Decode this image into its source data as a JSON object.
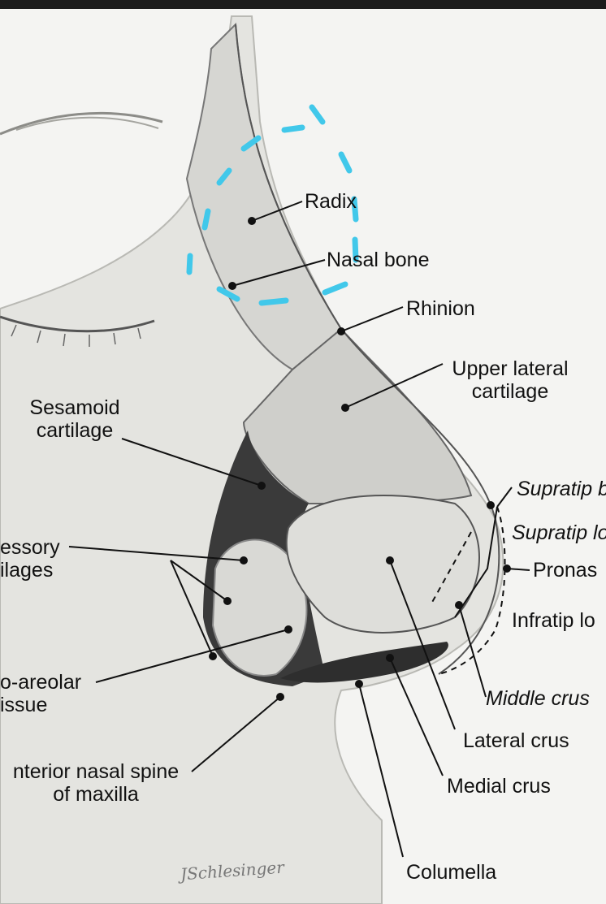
{
  "labels": {
    "radix": "Radix",
    "nasal_bone": "Nasal bone",
    "rhinion": "Rhinion",
    "upper_lateral_line1": "Upper lateral",
    "upper_lateral_line2": "cartilage",
    "sesamoid_line1": "Sesamoid",
    "sesamoid_line2": "cartilage",
    "supratip_break": "Supratip br",
    "supratip_lobule": "Supratip lo",
    "pronasale": "Pronas",
    "infratip_lobule": "Infratip lo",
    "accessory_line1": "essory",
    "accessory_line2": "ilages",
    "fibro_areolar_line1": "o-areolar",
    "fibro_areolar_line2": "issue",
    "middle_crus": "Middle crus",
    "lateral_crus": "Lateral crus",
    "medial_crus": "Medial crus",
    "nasal_spine_line1": "nterior nasal spine",
    "nasal_spine_line2": "of maxilla",
    "columella": "Columella"
  },
  "signature": "JSchlesinger",
  "colors": {
    "highlight_dash": "#41c8ea",
    "ink": "#111111",
    "background": "#f4f4f2"
  }
}
